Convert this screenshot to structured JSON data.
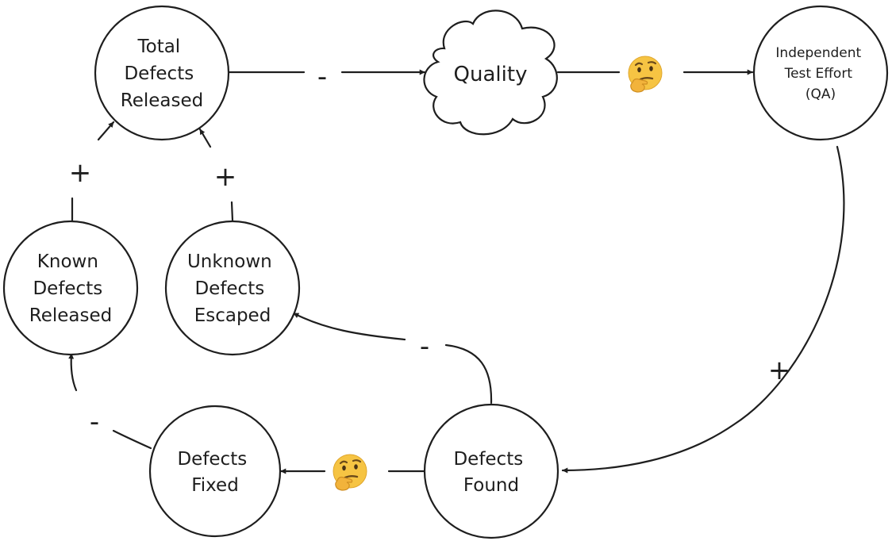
{
  "nodes": {
    "total_defects_released": [
      "Total",
      "Defects",
      "Released"
    ],
    "quality": [
      "Quality"
    ],
    "independent_test_effort": [
      "Independent",
      "Test Effort",
      "(QA)"
    ],
    "known_defects_released": [
      "Known",
      "Defects",
      "Released"
    ],
    "unknown_defects_escaped": [
      "Unknown",
      "Defects",
      "Escaped"
    ],
    "defects_fixed": [
      "Defects",
      "Fixed"
    ],
    "defects_found": [
      "Defects",
      "Found"
    ]
  },
  "edges": {
    "total_to_quality": "-",
    "quality_to_qa": "thinking-face-icon",
    "qa_to_found": "+",
    "found_to_fixed": "thinking-face-icon",
    "found_to_unknown": "-",
    "fixed_to_known": "-",
    "known_to_total": "+",
    "unknown_to_total": "+"
  },
  "colors": {
    "stroke": "#1e1e1e",
    "emoji_face": "#f6c443"
  }
}
